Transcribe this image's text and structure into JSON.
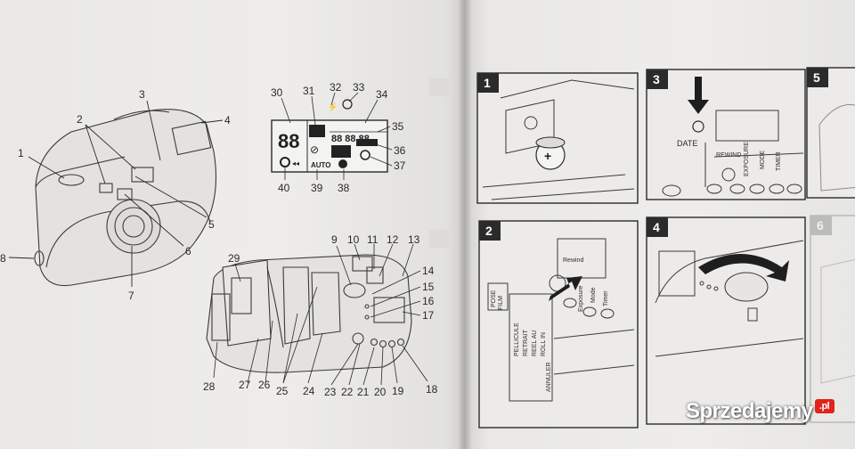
{
  "left_page": {
    "camera_front_callouts": [
      "1",
      "2",
      "3",
      "4",
      "5",
      "6",
      "7",
      "8"
    ],
    "lcd_callouts": [
      "30",
      "31",
      "32",
      "33",
      "34",
      "35",
      "36",
      "37",
      "38",
      "39",
      "40"
    ],
    "lcd_digits": "88",
    "lcd_counter": "88 88 88",
    "lcd_auto": "AUTO",
    "camera_back_callouts": [
      "9",
      "10",
      "11",
      "12",
      "13",
      "14",
      "15",
      "16",
      "17",
      "18",
      "19",
      "20",
      "21",
      "22",
      "23",
      "24",
      "25",
      "26",
      "27",
      "28",
      "29"
    ]
  },
  "right_page": {
    "panel_numbers": [
      "1",
      "3",
      "5",
      "2",
      "4",
      "6"
    ],
    "panel3_date_label": "DATE",
    "panel3_buttons": [
      "REWIND",
      "EXPOSURE",
      "MODE",
      "TIMER"
    ],
    "panel2_buttons": [
      "Rewind",
      "Exposure",
      "Mode",
      "Timer"
    ],
    "panel2_side_labels": [
      "POSE",
      "FILM",
      "PELLICULE",
      "RETRAIT",
      "REEL AU",
      "ROLL IN",
      "ANNULER"
    ]
  },
  "watermark": {
    "text": "Sprzedajemy",
    "badge": ".pl"
  },
  "colors": {
    "paper": "#ecebe9",
    "ink": "#2a2a2a",
    "panel_label_bg": "#2b2b2b",
    "watermark_badge": "#e2231a"
  }
}
